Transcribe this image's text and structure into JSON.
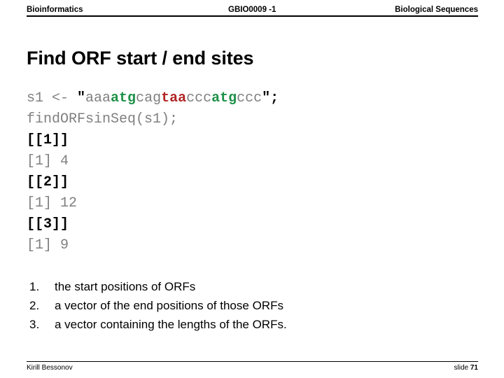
{
  "header": {
    "left": "Bioinformatics",
    "center": "GBIO0009 -1",
    "right": "Biological Sequences"
  },
  "title": "Find ORF start / end sites",
  "colors": {
    "start_codon": "#1e9148",
    "stop_codon": "#b02525",
    "code_plain": "#808080",
    "code_strong": "#000000"
  },
  "code": {
    "lines": [
      {
        "tokens": [
          {
            "text": "s1 <- ",
            "style": "plain"
          },
          {
            "text": "\"",
            "style": "strong"
          },
          {
            "text": "aaa",
            "style": "plain"
          },
          {
            "text": "atg",
            "style": "start"
          },
          {
            "text": "cag",
            "style": "plain"
          },
          {
            "text": "taa",
            "style": "stop"
          },
          {
            "text": "ccc",
            "style": "plain"
          },
          {
            "text": "atg",
            "style": "start"
          },
          {
            "text": "ccc",
            "style": "plain"
          },
          {
            "text": "\";",
            "style": "strong"
          }
        ]
      },
      {
        "tokens": [
          {
            "text": "findORFsinSeq(s1);",
            "style": "plain"
          }
        ]
      },
      {
        "tokens": [
          {
            "text": "[[1]]",
            "style": "strong"
          }
        ]
      },
      {
        "tokens": [
          {
            "text": "[1] 4",
            "style": "plain"
          }
        ]
      },
      {
        "tokens": [
          {
            "text": "[[2]]",
            "style": "strong"
          }
        ]
      },
      {
        "tokens": [
          {
            "text": "[1] 12",
            "style": "plain"
          }
        ]
      },
      {
        "tokens": [
          {
            "text": "[[3]]",
            "style": "strong"
          }
        ]
      },
      {
        "tokens": [
          {
            "text": "[1] 9",
            "style": "plain"
          }
        ]
      }
    ]
  },
  "list": {
    "items": [
      {
        "num": "1.",
        "text": "the start positions of ORFs"
      },
      {
        "num": "2.",
        "text": "a vector of the end positions of those ORFs"
      },
      {
        "num": "3.",
        "text": "a vector containing the lengths of the ORFs."
      }
    ]
  },
  "footer": {
    "author": "Kirill Bessonov",
    "slide_label": "slide",
    "slide_number": "71"
  }
}
